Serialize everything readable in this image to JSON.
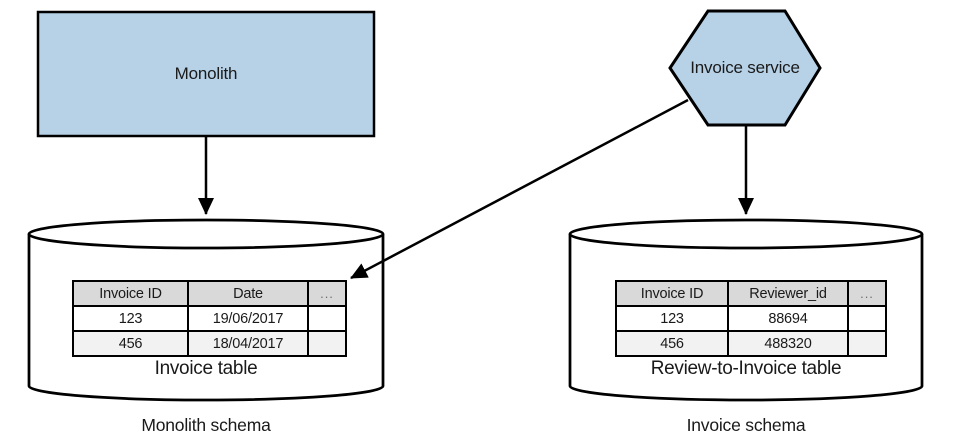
{
  "colors": {
    "shape_fill": "#b7d2e7",
    "shape_stroke": "#000000",
    "table_header_bg": "#d9d9d9",
    "table_alt_row_bg": "#f2f2f2",
    "table_row_bg": "#ffffff"
  },
  "monolith_box": {
    "label": "Monolith"
  },
  "invoice_service": {
    "label": "Invoice service"
  },
  "left_db": {
    "table": {
      "headers": [
        "Invoice ID",
        "Date",
        "..."
      ],
      "rows": [
        [
          "123",
          "19/06/2017",
          ""
        ],
        [
          "456",
          "18/04/2017",
          ""
        ]
      ]
    },
    "caption": "Invoice table",
    "schema_label": "Monolith schema"
  },
  "right_db": {
    "table": {
      "headers": [
        "Invoice ID",
        "Reviewer_id",
        "..."
      ],
      "rows": [
        [
          "123",
          "88694",
          ""
        ],
        [
          "456",
          "488320",
          ""
        ]
      ]
    },
    "caption": "Review-to-Invoice table",
    "schema_label": "Invoice schema"
  }
}
